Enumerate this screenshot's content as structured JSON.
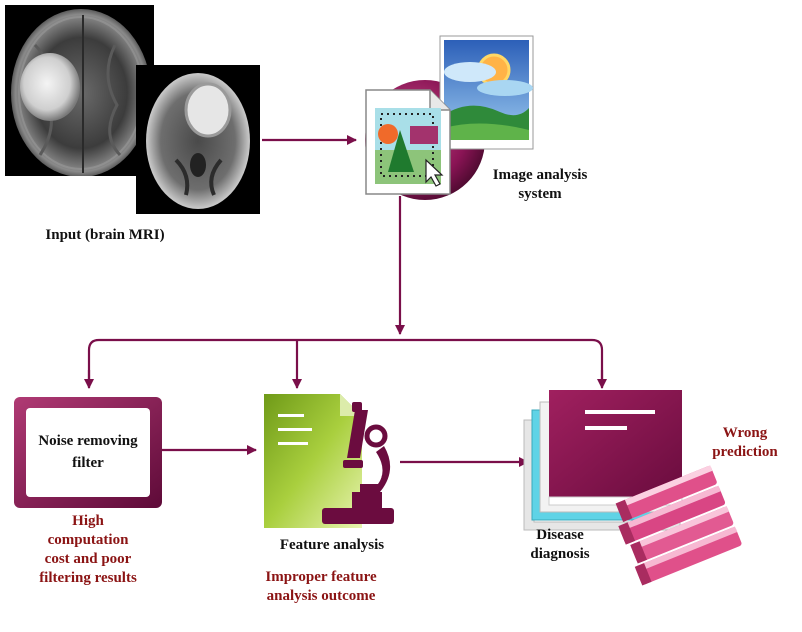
{
  "input": {
    "label": "Input (brain MRI)"
  },
  "analysis": {
    "label_line1": "Image analysis",
    "label_line2": "system"
  },
  "noise": {
    "label_line1": "Noise removing",
    "label_line2": "filter",
    "issue_lines": [
      "High",
      "computation",
      "cost and poor",
      "filtering results"
    ]
  },
  "feature": {
    "label": "Feature analysis",
    "issue_lines": [
      "Improper feature",
      "analysis outcome"
    ]
  },
  "disease": {
    "label_line1": "Disease",
    "label_line2": "diagnosis",
    "issue_lines": [
      "Wrong",
      "prediction"
    ]
  },
  "colors": {
    "arrow": "#7a0f4a",
    "magenta": "#8a1455",
    "pink": "#e0508a",
    "green": "#8dbb2e",
    "issue_text": "#8b1414"
  }
}
